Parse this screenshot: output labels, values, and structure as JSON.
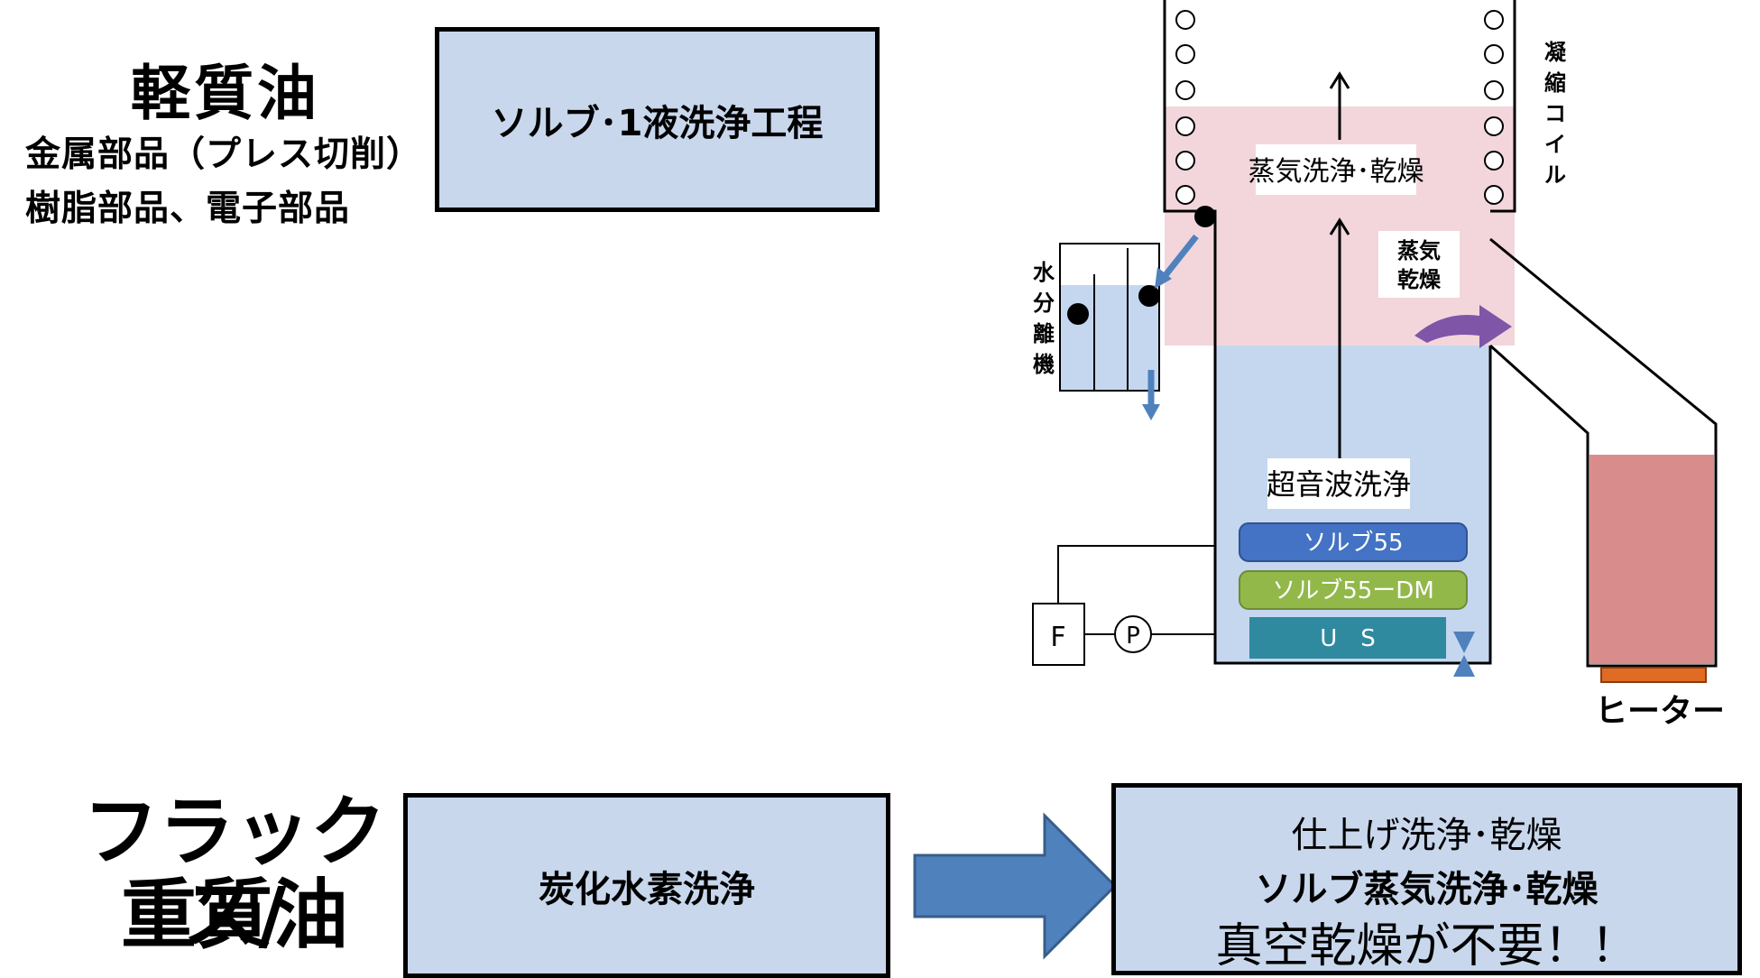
{
  "light_oil": {
    "title": "軽質油",
    "lines": [
      "金属部品（プレス切削）",
      "樹脂部品、電子部品"
    ]
  },
  "process_box_top": "ソルブ･1液洗浄工程",
  "heavy": {
    "title_line1": "フラックス/",
    "title_line2": "重質油"
  },
  "process_box_bottom": "炭化水素洗浄",
  "final_box": {
    "line1": "仕上げ洗浄･乾燥",
    "line2": "ソルブ蒸気洗浄･乾燥",
    "line3": "真空乾燥が不要！！"
  },
  "diagram": {
    "coil_label": "凝縮コイル",
    "vapor_wash_label": "蒸気洗浄･乾燥",
    "vapor_dry_label_1": "蒸気",
    "vapor_dry_label_2": "乾燥",
    "water_sep_label": "水分離機",
    "ultrasonic_label": "超音波洗浄",
    "solv55_label": "ソルブ55",
    "solv55dm_label": "ソルブ55ーDM",
    "us_label": "U　S",
    "filter_label": "F",
    "pump_label": "P",
    "heater_label": "ヒーター"
  },
  "colors": {
    "box_fill": "#c8d7ec",
    "vapor_zone": "#f2d6dc",
    "liquid_zone": "#c5d7ef",
    "heater_liquid": "#d88c8c",
    "heater_plate": "#e06b25",
    "solv55_fill": "#4472c4",
    "solv55dm_fill": "#92b84a",
    "us_fill": "#2f8aa0",
    "arrow_blue": "#4f81bd",
    "purple_arrow": "#7f55a8"
  }
}
